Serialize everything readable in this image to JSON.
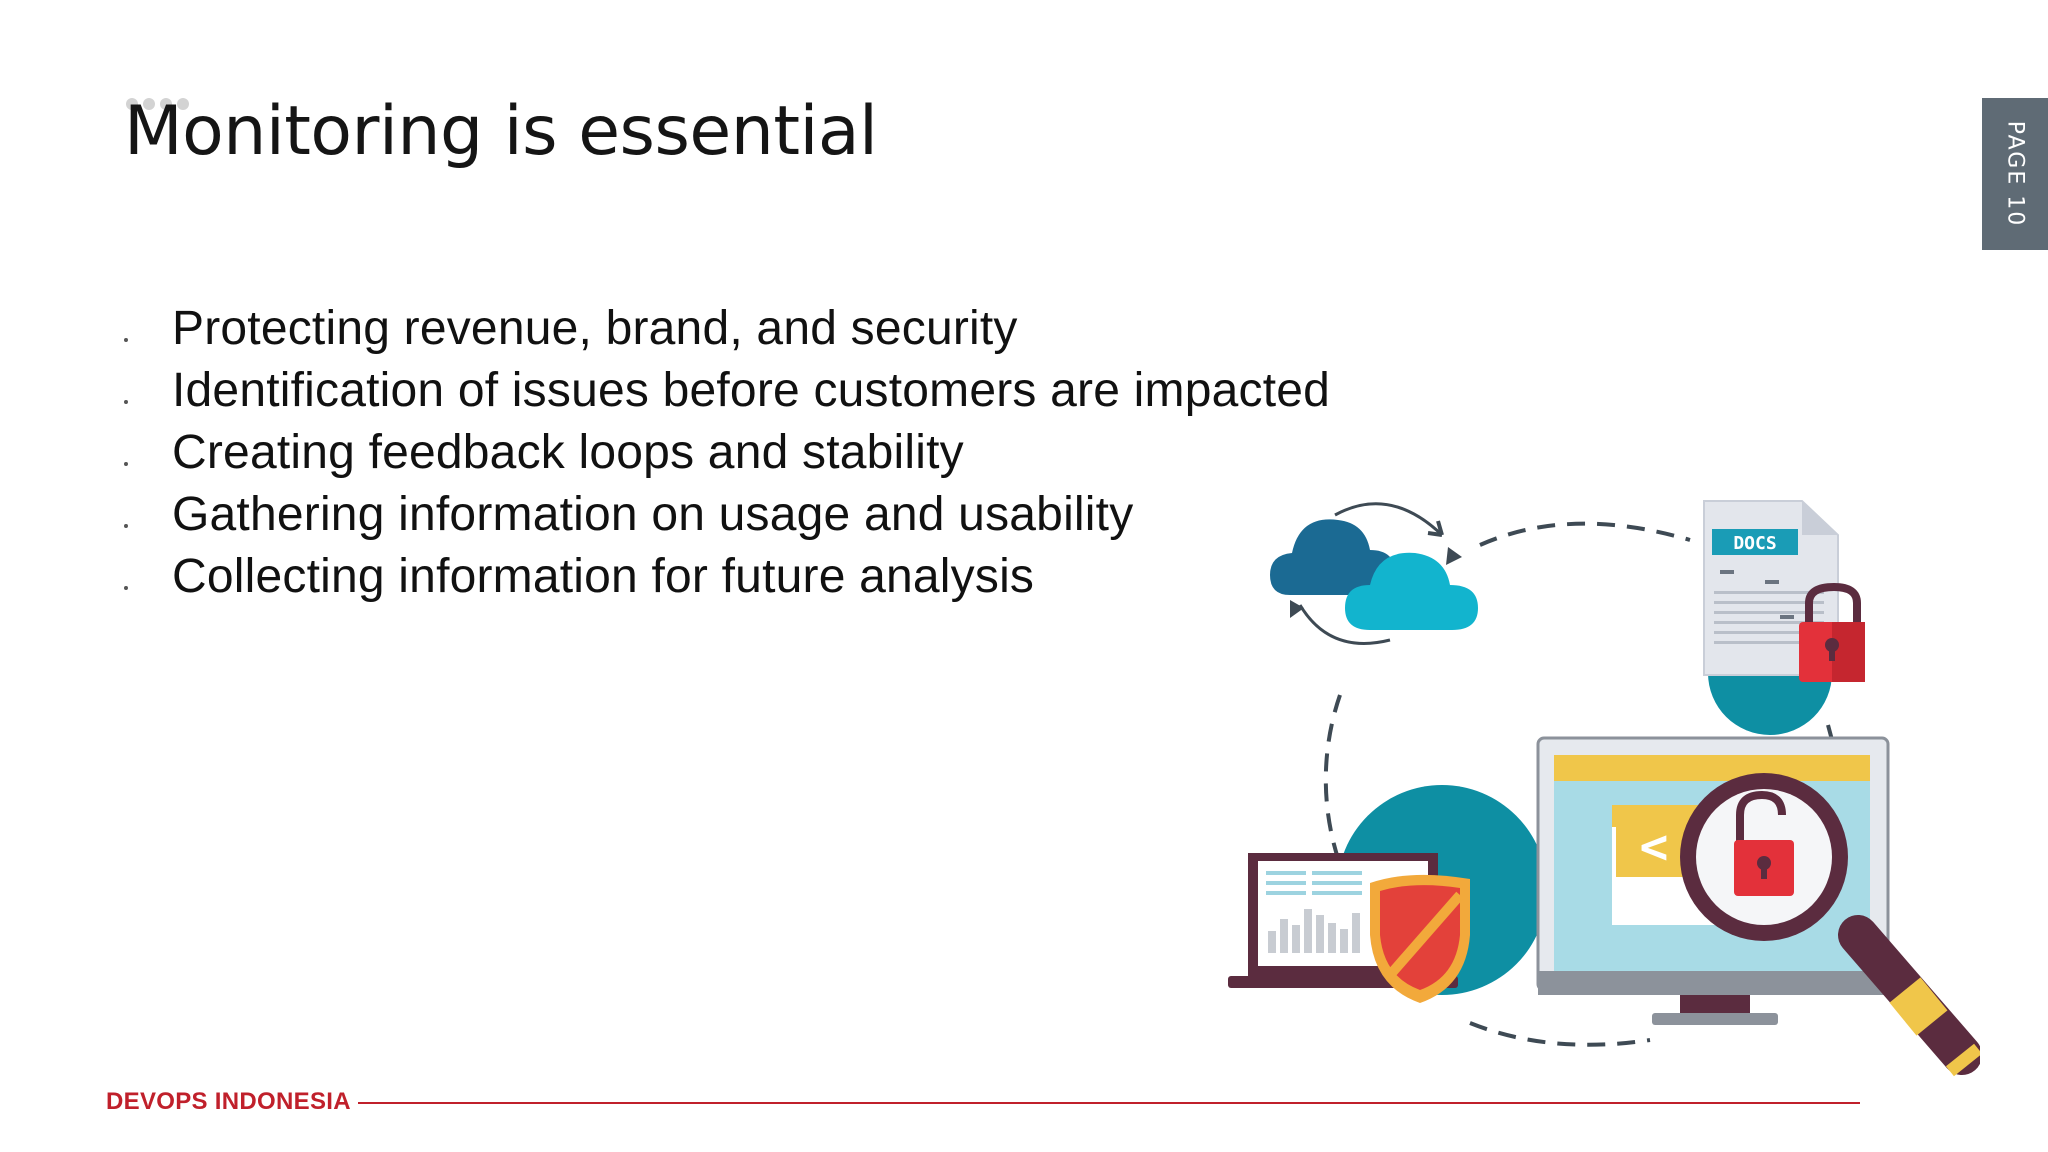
{
  "slide": {
    "title": "Monitoring is essential",
    "page_label": "PAGE 10",
    "bullets": [
      "Protecting revenue, brand, and security",
      "Identification of issues before customers are impacted",
      "Creating feedback loops and stability",
      "Gathering information on usage and usability",
      "Collecting information for future analysis"
    ],
    "footer_brand": "DEVOPS INDONESIA"
  },
  "illustration": {
    "docs_label": "DOCS",
    "code_symbol": "<",
    "icons": [
      "cloud-icon",
      "document-icon",
      "padlock-icon",
      "laptop-icon",
      "shield-icon",
      "monitor-icon",
      "magnifier-icon"
    ]
  },
  "colors": {
    "brand_red": "#c0202b",
    "page_tab": "#5f6b75",
    "teal": "#0e8fa3",
    "cloud_dark": "#1b6a93",
    "cloud_light": "#12b4ce",
    "lock_red": "#e3313a",
    "shield_orange": "#f2a93b",
    "frame_plum": "#5b2c3f"
  }
}
